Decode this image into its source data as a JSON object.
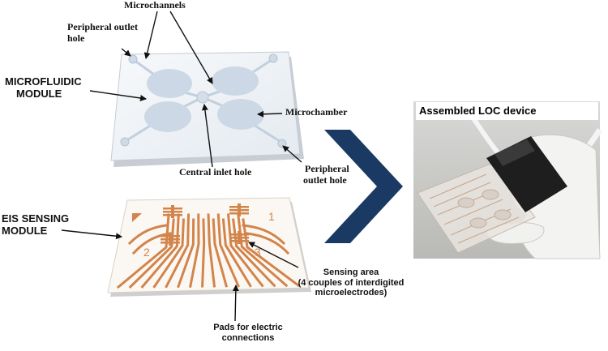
{
  "labels": {
    "microchannels": "Microchannels",
    "peripheral_outlet_top_line1": "Peripheral outlet",
    "peripheral_outlet_top_line2": "hole",
    "microfluidic_line1": "MICROFLUIDIC",
    "microfluidic_line2": "MODULE",
    "microchamber": "Microchamber",
    "central_inlet": "Central inlet hole",
    "peripheral_outlet_bottom_line1": "Peripheral",
    "peripheral_outlet_bottom_line2": "outlet hole",
    "eis_line1": "EIS SENSING",
    "eis_line2": "MODULE",
    "sensing_line1": "Sensing area",
    "sensing_line2": "(4 couples of interdigited",
    "sensing_line3": "microelectrodes)",
    "pads_line1": "Pads for electric",
    "pads_line2": "connections",
    "assembled": "Assembled LOC device",
    "electrode_1": "1",
    "electrode_2": "2",
    "electrode_3": "3"
  },
  "colors": {
    "copper": "#d2844a",
    "chevron": "#1b3a63",
    "glass": "#eef2f6",
    "chamber": "#c9d6e4"
  }
}
